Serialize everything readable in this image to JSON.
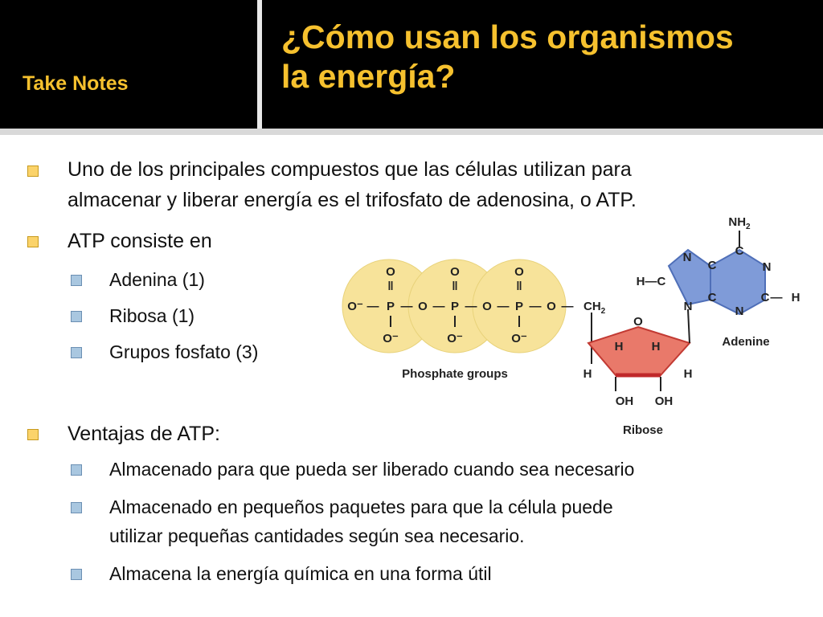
{
  "header": {
    "section_label": "Take Notes",
    "title_line1": "¿Cómo usan los organismos",
    "title_line2": "la energía?"
  },
  "bullets": {
    "b1_line1": "Uno de los principales compuestos que las células utilizan para",
    "b1_line2": "almacenar y liberar energía es el trifosfato de adenosina, o ATP.",
    "b2": "ATP consiste en",
    "b2_items": [
      "Adenina (1)",
      "Ribosa (1)",
      "Grupos fosfato (3)"
    ],
    "b3": "Ventajas de ATP:",
    "b3_items": [
      "Almacenado para que pueda ser liberado cuando sea necesario",
      "Almacenado en pequeños paquetes para que la célula puede",
      "utilizar pequeñas cantidades según sea necesario.",
      "Almacena la energía química en una forma útil"
    ]
  },
  "diagram": {
    "phosphate_label": "Phosphate groups",
    "ribose_label": "Ribose",
    "adenine_label": "Adenine",
    "o": "O",
    "o_minus": "O⁻",
    "p": "P",
    "dash": "—",
    "dbl": "‖",
    "ch2": "CH",
    "sub2": "2",
    "h": "H",
    "n": "N",
    "c": "C",
    "oh": "OH",
    "nh2": "NH",
    "hc": "H—C"
  },
  "colors": {
    "accent_yellow": "#f6c12e",
    "phosphate_fill": "#f7e39a",
    "ribose_fill": "#e9796a",
    "adenine_fill": "#7f9bd8"
  }
}
